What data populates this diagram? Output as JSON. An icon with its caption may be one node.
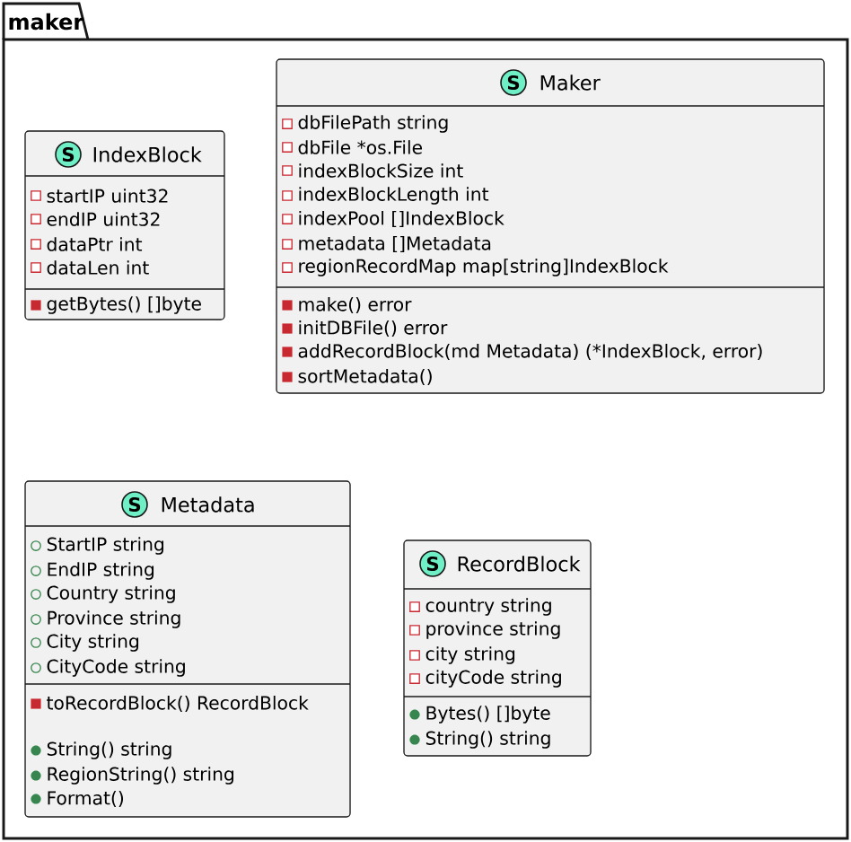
{
  "diagram": {
    "nodes": [
      {
        "text": [
          "maker"
        ]
      },
      {
        "text": [
          "S",
          "IndexBlock",
          "startIP uint32",
          "endIP uint32",
          "dataPtr int",
          "dataLen int",
          "getBytes() []byte"
        ],
        "in": 0
      },
      {
        "text": [
          "S",
          "Maker",
          "dbFilePath string",
          "dbFile *os.File",
          "indexBlockSize int",
          "indexBlockLength int",
          "indexPool []IndexBlock",
          "metadata []Metadata",
          "regionRecordMap map[string]IndexBlock",
          "make() error",
          "initDBFile() error",
          "addRecordBlock(md Metadata) (*IndexBlock, error)",
          "sortMetadata()"
        ],
        "in": 0
      },
      {
        "text": [
          "S",
          "Metadata",
          "StartIP string",
          "EndIP string",
          "Country string",
          "Province string",
          "City string",
          "CityCode string",
          "toRecordBlock() RecordBlock",
          "String() string",
          "RegionString() string",
          "Format()"
        ],
        "in": 0
      },
      {
        "text": [
          "S",
          "RecordBlock",
          "country string",
          "province string",
          "city string",
          "cityCode string",
          "Bytes() []byte",
          "String() string"
        ],
        "in": 0
      }
    ]
  }
}
